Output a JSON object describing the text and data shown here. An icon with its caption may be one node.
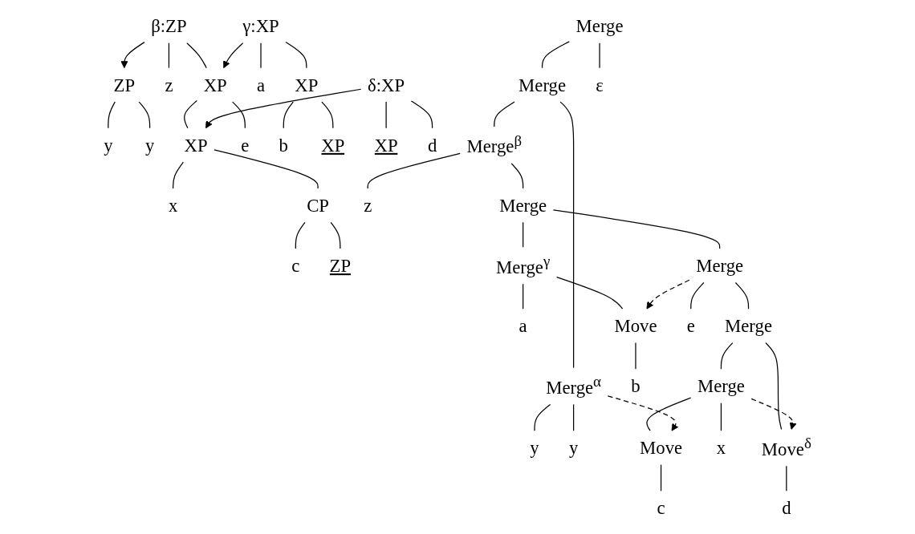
{
  "diagram": {
    "nodes": [
      {
        "text": [
          "ZP"
        ]
      },
      {
        "text": [
          "y"
        ]
      },
      {
        "text": [
          "y"
        ]
      },
      {
        "text": [
          "β:ZP"
        ]
      },
      {
        "text": [
          "z"
        ]
      },
      {
        "text": [
          "XP"
        ]
      },
      {
        "text": [
          "XP"
        ]
      },
      {
        "text": [
          "e"
        ]
      },
      {
        "text": [
          "x"
        ]
      },
      {
        "text": [
          "CP"
        ]
      },
      {
        "text": [
          "c"
        ]
      },
      {
        "text": [
          "ZP"
        ]
      },
      {
        "text": [
          "γ:XP"
        ]
      },
      {
        "text": [
          "a"
        ]
      },
      {
        "text": [
          "XP"
        ]
      },
      {
        "text": [
          "b"
        ]
      },
      {
        "text": [
          "XP"
        ]
      },
      {
        "text": [
          "δ:XP"
        ]
      },
      {
        "text": [
          "XP"
        ]
      },
      {
        "text": [
          "d"
        ]
      },
      {
        "text": [
          "Merge"
        ]
      },
      {
        "text": [
          "Merge"
        ]
      },
      {
        "text": [
          "ε"
        ]
      },
      {
        "text": [
          "Merge$^{β}$"
        ]
      },
      {
        "text": [
          "Merge$^{α}$"
        ]
      },
      {
        "text": [
          "z"
        ]
      },
      {
        "text": [
          "Merge"
        ]
      },
      {
        "text": [
          "y"
        ]
      },
      {
        "text": [
          "y"
        ]
      },
      {
        "text": [
          "Merge$^{γ}$"
        ]
      },
      {
        "text": [
          "Merge"
        ]
      },
      {
        "text": [
          "a"
        ]
      },
      {
        "text": [
          "Move"
        ]
      },
      {
        "text": [
          "Merge"
        ]
      },
      {
        "text": [
          "e"
        ]
      },
      {
        "text": [
          "b"
        ]
      },
      {
        "text": [
          "Move$^{δ}$"
        ]
      },
      {
        "text": [
          "Merge"
        ]
      },
      {
        "text": [
          "d"
        ]
      },
      {
        "text": [
          "x"
        ]
      },
      {
        "text": [
          "Move"
        ]
      },
      {
        "text": [
          "c"
        ]
      }
    ],
    "edges": [
      {
        "from": 0,
        "to": 1,
        "arrow": "none"
      },
      {
        "from": 0,
        "to": 2,
        "arrow": "none"
      },
      {
        "from": 3,
        "to": 4,
        "arrow": "none"
      },
      {
        "from": 3,
        "to": 5,
        "arrow": "none"
      },
      {
        "from": 5,
        "to": 6,
        "arrow": "none"
      },
      {
        "from": 5,
        "to": 7,
        "arrow": "none"
      },
      {
        "from": 6,
        "to": 8,
        "arrow": "none"
      },
      {
        "from": 6,
        "to": 9,
        "arrow": "none"
      },
      {
        "from": 9,
        "to": 10,
        "arrow": "none"
      },
      {
        "from": 9,
        "to": 11,
        "arrow": "none"
      },
      {
        "from": 12,
        "to": 13,
        "arrow": "none"
      },
      {
        "from": 12,
        "to": 14,
        "arrow": "none"
      },
      {
        "from": 14,
        "to": 15,
        "arrow": "none"
      },
      {
        "from": 14,
        "to": 16,
        "arrow": "none"
      },
      {
        "from": 17,
        "to": 18,
        "arrow": "none"
      },
      {
        "from": 17,
        "to": 19,
        "arrow": "none"
      },
      {
        "from": 3,
        "to": 0,
        "arrow": "to"
      },
      {
        "from": 12,
        "to": 5,
        "arrow": "to"
      },
      {
        "from": 17,
        "to": 6,
        "arrow": "to"
      },
      {
        "from": 20,
        "to": 21,
        "arrow": "none"
      },
      {
        "from": 20,
        "to": 22,
        "arrow": "none"
      },
      {
        "from": 21,
        "to": 23,
        "arrow": "none"
      },
      {
        "from": 21,
        "to": 24,
        "arrow": "none"
      },
      {
        "from": 23,
        "to": 25,
        "arrow": "none"
      },
      {
        "from": 23,
        "to": 26,
        "arrow": "none"
      },
      {
        "from": 24,
        "to": 27,
        "arrow": "none"
      },
      {
        "from": 24,
        "to": 28,
        "arrow": "none"
      },
      {
        "from": 26,
        "to": 29,
        "arrow": "none"
      },
      {
        "from": 26,
        "to": 30,
        "arrow": "none"
      },
      {
        "from": 29,
        "to": 31,
        "arrow": "none"
      },
      {
        "from": 29,
        "to": 32,
        "arrow": "none"
      },
      {
        "from": 32,
        "to": 35,
        "arrow": "none"
      },
      {
        "from": 30,
        "to": 33,
        "arrow": "none"
      },
      {
        "from": 30,
        "to": 34,
        "arrow": "none"
      },
      {
        "from": 33,
        "to": 36,
        "arrow": "none"
      },
      {
        "from": 33,
        "to": 37,
        "arrow": "none"
      },
      {
        "from": 36,
        "to": 38,
        "arrow": "none"
      },
      {
        "from": 37,
        "to": 39,
        "arrow": "none"
      },
      {
        "from": 37,
        "to": 40,
        "arrow": "none"
      },
      {
        "from": 40,
        "to": 41,
        "arrow": "none"
      },
      {
        "from": 30,
        "to": 32,
        "arrow": "to",
        "style": "dashed"
      },
      {
        "from": 37,
        "to": 36,
        "arrow": "to",
        "style": "dashed"
      },
      {
        "from": 24,
        "to": 40,
        "arrow": "to",
        "style": "dashed"
      }
    ]
  }
}
